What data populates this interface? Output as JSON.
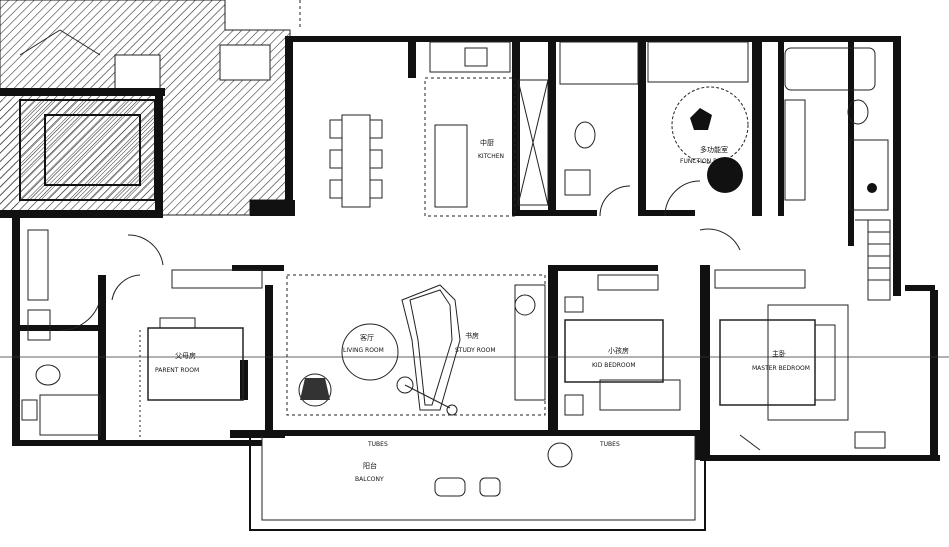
{
  "rooms": {
    "kitchen": {
      "cn": "中厨",
      "en": "KITCHEN"
    },
    "function_room": {
      "cn": "多功能室",
      "en": "FUNCTION ROOM"
    },
    "parent_room": {
      "cn": "父母房",
      "en": "PARENT ROOM"
    },
    "living_room": {
      "cn": "客厅",
      "en": "LIVING ROOM"
    },
    "study_room": {
      "cn": "书房",
      "en": "STUDY ROOM"
    },
    "kid_bedroom": {
      "cn": "小孩房",
      "en": "KID BEDROOM"
    },
    "master_bedroom": {
      "cn": "主卧",
      "en": "MASTER BEDROOM"
    },
    "balcony": {
      "cn": "阳台",
      "en": "BALCONY"
    }
  },
  "annotations": {
    "balcony_note_left": "TUBES",
    "balcony_note_right": "TUBES"
  },
  "colors": {
    "wall": "#111111",
    "line": "#222222",
    "hatch": "#333333",
    "background": "#ffffff"
  }
}
